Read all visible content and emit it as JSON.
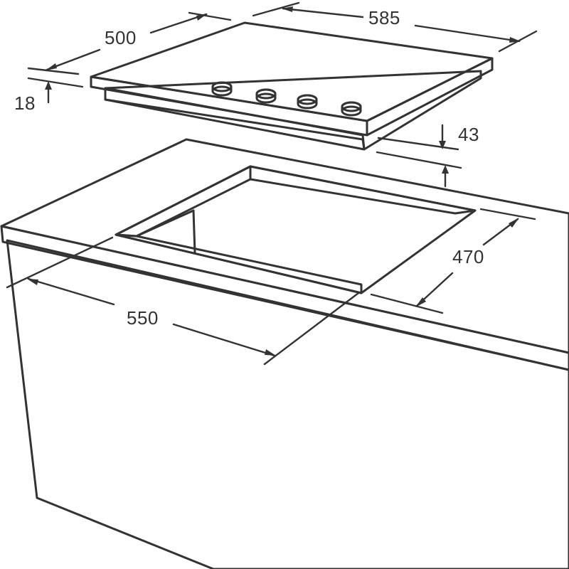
{
  "diagram": {
    "colors": {
      "line": "#333333",
      "hob_top": "#f3f3f3",
      "hob_edge": "#e6e6e6",
      "hob_body": "#d9d9d9",
      "counter_top": "#ffffff",
      "cutout_floor": "#e3e3e3",
      "cutout_wall": "#eeeeee",
      "cabinet": "#ffffff",
      "knob": "#ffffff"
    },
    "dimensions": {
      "hob_depth": "500",
      "hob_width": "585",
      "glass_thickness": "18",
      "hob_height": "43",
      "cutout_depth": "470",
      "cutout_width": "550"
    },
    "knob_count": 4
  }
}
